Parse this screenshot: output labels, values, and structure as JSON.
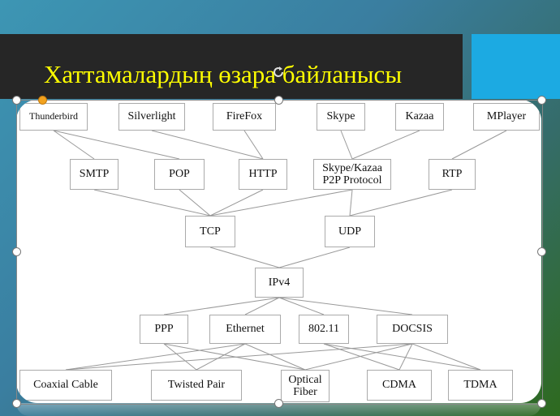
{
  "slide": {
    "title": "Хаттамалардың өзара байланысы"
  },
  "diagram": {
    "nodes": [
      {
        "id": "thunderbird",
        "label": "Thunderbird"
      },
      {
        "id": "silverlight",
        "label": "Silverlight"
      },
      {
        "id": "firefox",
        "label": "FireFox"
      },
      {
        "id": "skype",
        "label": "Skype"
      },
      {
        "id": "kazaa",
        "label": "Kazaa"
      },
      {
        "id": "mplayer",
        "label": "MPlayer"
      },
      {
        "id": "smtp",
        "label": "SMTP"
      },
      {
        "id": "pop",
        "label": "POP"
      },
      {
        "id": "http",
        "label": "HTTP"
      },
      {
        "id": "p2p",
        "label": "Skype/Kazaa\nP2P Protocol"
      },
      {
        "id": "rtp",
        "label": "RTP"
      },
      {
        "id": "tcp",
        "label": "TCP"
      },
      {
        "id": "udp",
        "label": "UDP"
      },
      {
        "id": "ipv4",
        "label": "IPv4"
      },
      {
        "id": "ppp",
        "label": "PPP"
      },
      {
        "id": "ethernet",
        "label": "Ethernet"
      },
      {
        "id": "wifi",
        "label": "802.11"
      },
      {
        "id": "docsis",
        "label": "DOCSIS"
      },
      {
        "id": "coax",
        "label": "Coaxial Cable"
      },
      {
        "id": "twisted",
        "label": "Twisted Pair"
      },
      {
        "id": "fiber",
        "label": "Optical\nFiber"
      },
      {
        "id": "cdma",
        "label": "CDMA"
      },
      {
        "id": "tdma",
        "label": "TDMA"
      }
    ],
    "edges": [
      [
        "thunderbird",
        "smtp"
      ],
      [
        "thunderbird",
        "pop"
      ],
      [
        "silverlight",
        "http"
      ],
      [
        "firefox",
        "http"
      ],
      [
        "skype",
        "p2p"
      ],
      [
        "kazaa",
        "p2p"
      ],
      [
        "mplayer",
        "rtp"
      ],
      [
        "smtp",
        "tcp"
      ],
      [
        "pop",
        "tcp"
      ],
      [
        "http",
        "tcp"
      ],
      [
        "p2p",
        "tcp"
      ],
      [
        "p2p",
        "udp"
      ],
      [
        "rtp",
        "udp"
      ],
      [
        "tcp",
        "ipv4"
      ],
      [
        "udp",
        "ipv4"
      ],
      [
        "ipv4",
        "ppp"
      ],
      [
        "ipv4",
        "ethernet"
      ],
      [
        "ipv4",
        "wifi"
      ],
      [
        "ipv4",
        "docsis"
      ],
      [
        "coax",
        "ethernet"
      ],
      [
        "coax",
        "docsis"
      ],
      [
        "twisted",
        "ppp"
      ],
      [
        "twisted",
        "ethernet"
      ],
      [
        "fiber",
        "ppp"
      ],
      [
        "fiber",
        "ethernet"
      ],
      [
        "fiber",
        "docsis"
      ],
      [
        "cdma",
        "wifi"
      ],
      [
        "cdma",
        "docsis"
      ],
      [
        "tdma",
        "wifi"
      ],
      [
        "tdma",
        "docsis"
      ]
    ]
  }
}
